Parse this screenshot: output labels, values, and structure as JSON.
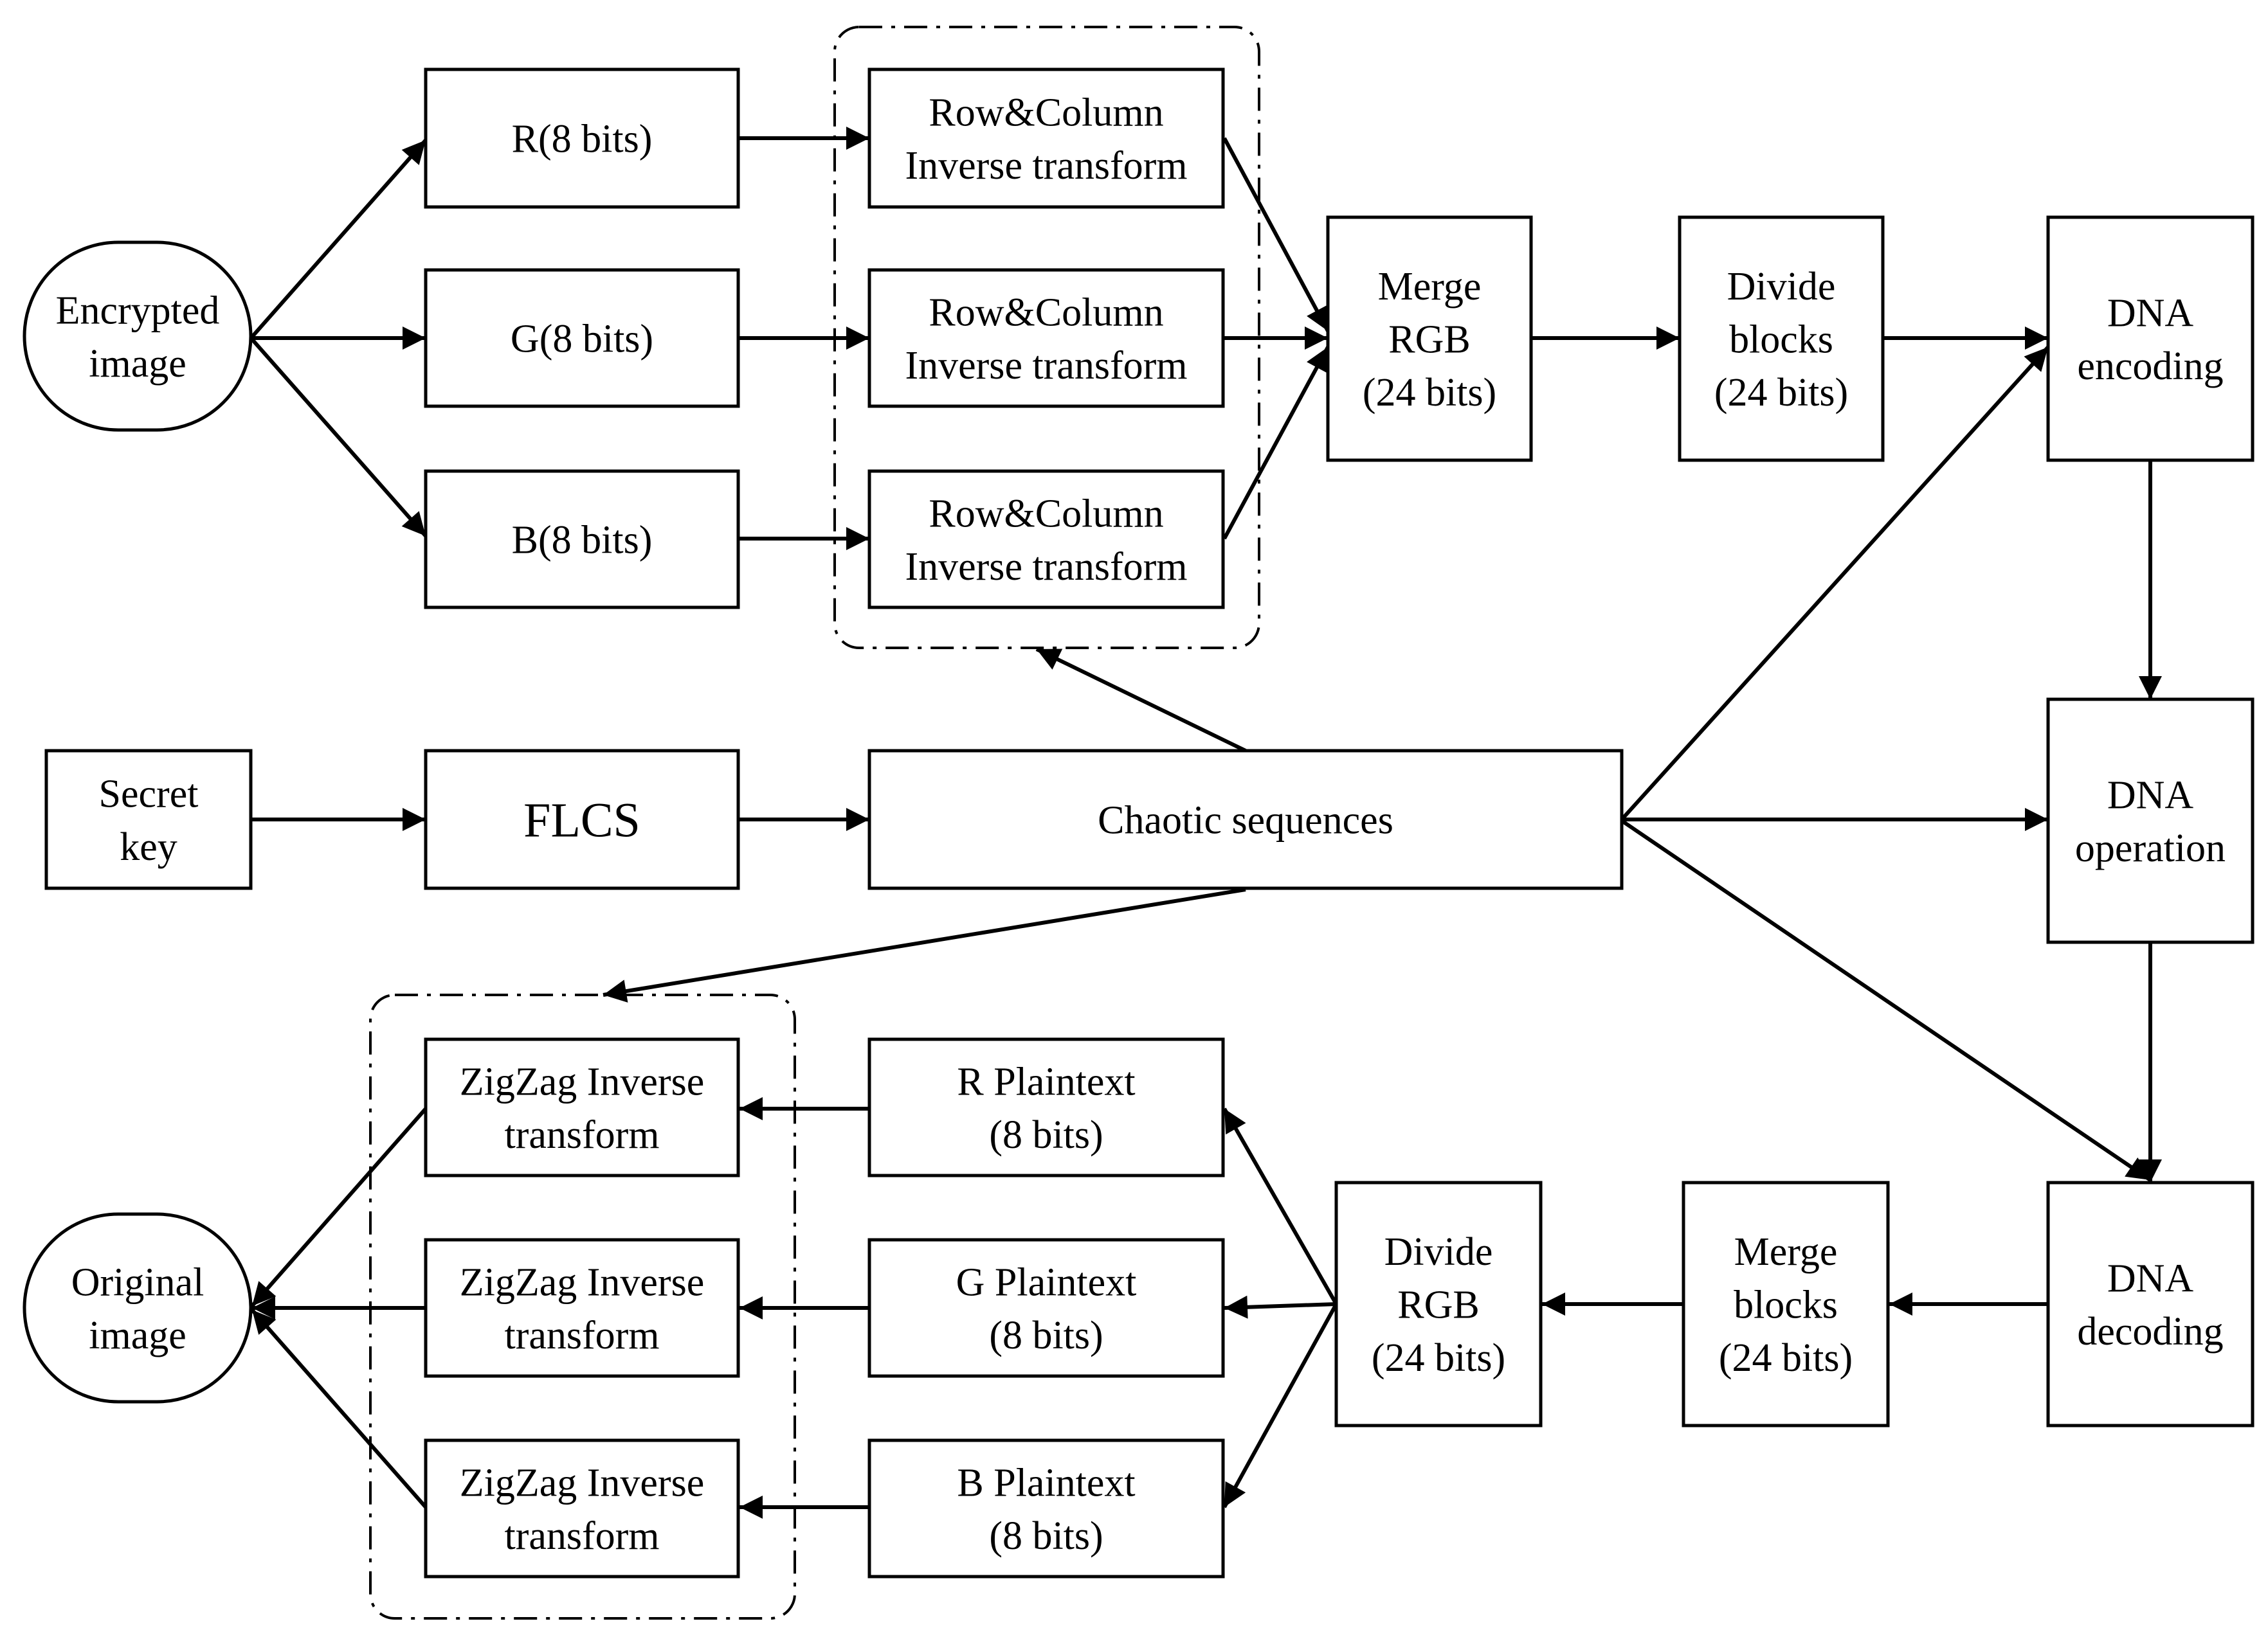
{
  "diagram": {
    "nodes": {
      "encrypted_image": [
        "Encrypted",
        "image"
      ],
      "r_8bits": [
        "R(8 bits)"
      ],
      "g_8bits": [
        "G(8 bits)"
      ],
      "b_8bits": [
        "B(8 bits)"
      ],
      "rc_inv_1": [
        "Row&Column",
        "Inverse transform"
      ],
      "rc_inv_2": [
        "Row&Column",
        "Inverse transform"
      ],
      "rc_inv_3": [
        "Row&Column",
        "Inverse transform"
      ],
      "merge_rgb": [
        "Merge",
        "RGB",
        "(24 bits)"
      ],
      "divide_blocks": [
        "Divide",
        "blocks",
        "(24 bits)"
      ],
      "dna_encoding": [
        "DNA",
        "encoding"
      ],
      "secret_key": [
        "Secret",
        "key"
      ],
      "flcs": [
        "FLCS"
      ],
      "chaotic_sequences": [
        "Chaotic sequences"
      ],
      "dna_operation": [
        "DNA",
        "operation"
      ],
      "zigzag_inv_1": [
        "ZigZag Inverse",
        "transform"
      ],
      "zigzag_inv_2": [
        "ZigZag Inverse",
        "transform"
      ],
      "zigzag_inv_3": [
        "ZigZag Inverse",
        "transform"
      ],
      "r_plaintext": [
        "R Plaintext",
        "(8 bits)"
      ],
      "g_plaintext": [
        "G  Plaintext",
        "(8 bits)"
      ],
      "b_plaintext": [
        "B  Plaintext",
        "(8 bits)"
      ],
      "divide_rgb": [
        "Divide",
        "RGB",
        "(24 bits)"
      ],
      "merge_blocks": [
        "Merge",
        "blocks",
        "(24 bits)"
      ],
      "dna_decoding": [
        "DNA",
        "decoding"
      ],
      "original_image": [
        "Original",
        "image"
      ]
    },
    "edges": [
      [
        "encrypted_image",
        "r_8bits"
      ],
      [
        "encrypted_image",
        "g_8bits"
      ],
      [
        "encrypted_image",
        "b_8bits"
      ],
      [
        "r_8bits",
        "rc_inv_1"
      ],
      [
        "g_8bits",
        "rc_inv_2"
      ],
      [
        "b_8bits",
        "rc_inv_3"
      ],
      [
        "rc_inv_1",
        "merge_rgb"
      ],
      [
        "rc_inv_2",
        "merge_rgb"
      ],
      [
        "rc_inv_3",
        "merge_rgb"
      ],
      [
        "merge_rgb",
        "divide_blocks"
      ],
      [
        "divide_blocks",
        "dna_encoding"
      ],
      [
        "dna_encoding",
        "dna_operation"
      ],
      [
        "dna_operation",
        "dna_decoding"
      ],
      [
        "secret_key",
        "flcs"
      ],
      [
        "flcs",
        "chaotic_sequences"
      ],
      [
        "chaotic_sequences",
        "rc_inverse_group"
      ],
      [
        "chaotic_sequences",
        "dna_encoding"
      ],
      [
        "chaotic_sequences",
        "dna_operation"
      ],
      [
        "chaotic_sequences",
        "dna_decoding"
      ],
      [
        "chaotic_sequences",
        "zigzag_inverse_group"
      ],
      [
        "dna_decoding",
        "merge_blocks"
      ],
      [
        "merge_blocks",
        "divide_rgb"
      ],
      [
        "divide_rgb",
        "r_plaintext"
      ],
      [
        "divide_rgb",
        "g_plaintext"
      ],
      [
        "divide_rgb",
        "b_plaintext"
      ],
      [
        "r_plaintext",
        "zigzag_inv_1"
      ],
      [
        "g_plaintext",
        "zigzag_inv_2"
      ],
      [
        "b_plaintext",
        "zigzag_inv_3"
      ],
      [
        "zigzag_inv_1",
        "original_image"
      ],
      [
        "zigzag_inv_2",
        "original_image"
      ],
      [
        "zigzag_inv_3",
        "original_image"
      ]
    ]
  }
}
